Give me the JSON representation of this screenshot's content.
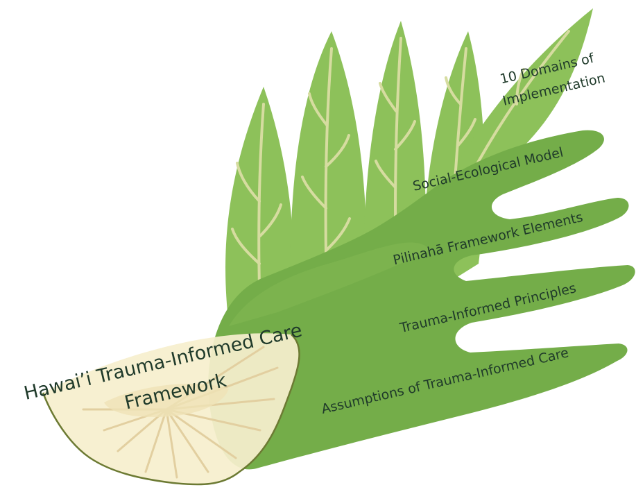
{
  "colors": {
    "leaf_dark": "#74ad49",
    "leaf_light": "#8dc15a",
    "leaf_vein": "#d6dca0",
    "fruit_fill": "#f6efce",
    "fruit_stroke": "#6c7a33",
    "fruit_rays": "#e2cfa0",
    "text": "#1f3a2a"
  },
  "framework": {
    "title_line1": "Hawai’i Trauma-Informed Care",
    "title_line2": "Framework"
  },
  "layers": [
    {
      "id": "domains",
      "line1": "10 Domains of",
      "line2": "Implementation"
    },
    {
      "id": "social-ecological",
      "label": "Social-Ecological Model"
    },
    {
      "id": "pilinaha",
      "label": "Pilinahā Framework Elements"
    },
    {
      "id": "principles",
      "label": "Trauma-Informed Principles"
    },
    {
      "id": "assumptions",
      "label": "Assumptions of Trauma-Informed Care"
    }
  ]
}
